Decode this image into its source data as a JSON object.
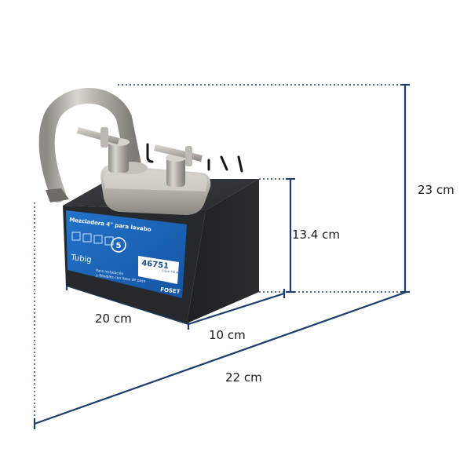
{
  "dimensions": {
    "depth_label": "20 cm",
    "width_label": "10 cm",
    "box_height_label": "13.4 cm",
    "total_height_label": "23 cm",
    "diagonal_label": "22 cm"
  },
  "product_box": {
    "title": "Mezcladora 4\" para lavabo",
    "model_number": "46751",
    "model_code": "Clave T-M 4H",
    "tubig_brand": "Tubig",
    "foset_brand": "FOSET",
    "warranty_years": "5",
    "description_line1": "Para instalación",
    "description_line2": "y flexibles con llave de paso"
  },
  "colors": {
    "dimension_line": "#1f3f6e",
    "box_body": "#232629",
    "label_blue": "#1b63b8",
    "faucet_metal": "#b9b6b0"
  }
}
